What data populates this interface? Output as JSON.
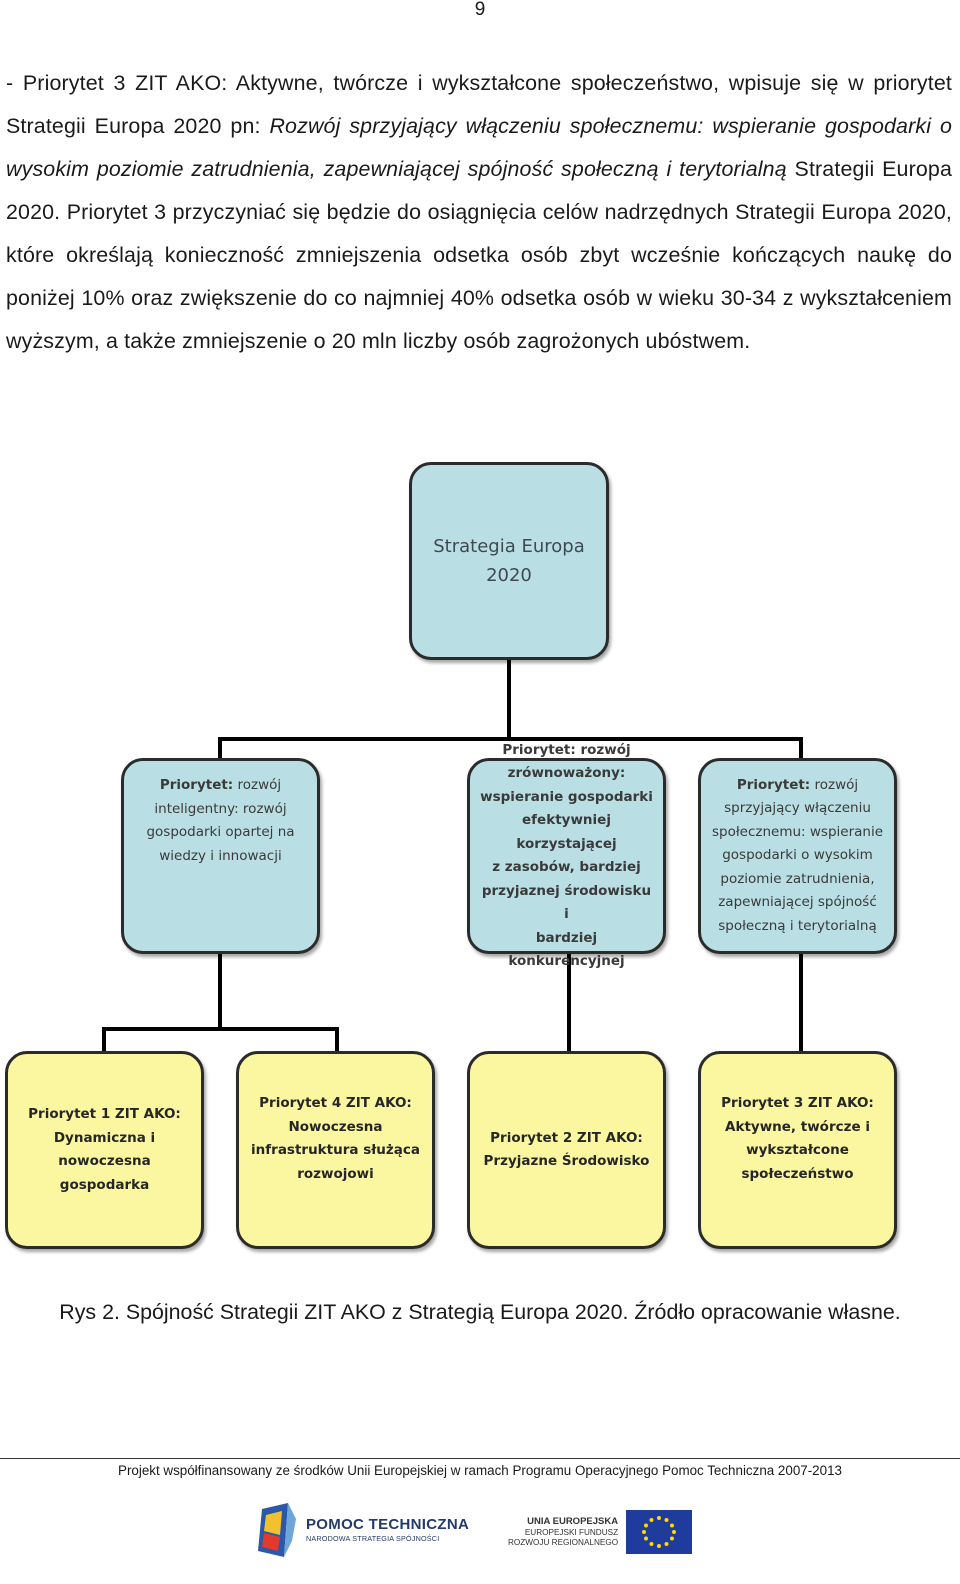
{
  "page_number": "9",
  "paragraph": {
    "lead": "- Priorytet 3 ZIT AKO: Aktywne, twórcze i wykształcone społeczeństwo, wpisuje się w priorytet Strategii Europa 2020 pn: ",
    "italic": "Rozwój sprzyjający włączeniu społecznemu: wspieranie gospodarki o wysokim poziomie zatrudnienia, zapewniającej spójność społeczną i terytorialną",
    "rest": " Strategii Europa 2020. Priorytet 3 przyczyniać się będzie do osiągnięcia celów nadrzędnych Strategii Europa 2020, które określają konieczność zmniejszenia odsetka osób zbyt wcześnie kończących naukę do poniżej 10% oraz zwiększenie do co najmniej 40% odsetka osób w wieku 30-34 z wykształceniem wyższym, a także zmniejszenie o 20 mln liczby osób zagrożonych ubóstwem."
  },
  "diagram": {
    "root": {
      "line1": "Strategia Europa",
      "line2": "2020"
    },
    "eu_priorities": [
      {
        "label": "Priorytet:",
        "lines": [
          " rozwój",
          "inteligentny: rozwój",
          "gospodarki opartej na",
          "wiedzy i innowacji"
        ]
      },
      {
        "label": "Priorytet:",
        "lines": [
          " rozwój",
          "zrównoważony:",
          "wspieranie gospodarki",
          "efektywniej korzystającej",
          "z zasobów, bardziej",
          "przyjaznej środowisku i",
          "bardziej konkurencyjnej"
        ]
      },
      {
        "label": "Priorytet:",
        "lines": [
          " rozwój",
          "sprzyjający włączeniu",
          "społecznemu: wspieranie",
          "gospodarki o wysokim",
          "poziomie zatrudnienia,",
          "zapewniającej spójność",
          "społeczną i terytorialną"
        ]
      }
    ],
    "zit_priorities": [
      {
        "lines": [
          "Priorytet 1 ZIT AKO:",
          "Dynamiczna i",
          "nowoczesna gospodarka"
        ]
      },
      {
        "lines": [
          "Priorytet 4 ZIT AKO:",
          "Nowoczesna",
          "infrastruktura służąca",
          "rozwojowi"
        ]
      },
      {
        "lines": [
          "Priorytet 2 ZIT AKO:",
          "Przyjazne Środowisko"
        ]
      },
      {
        "lines": [
          "Priorytet 3 ZIT AKO:",
          "Aktywne, twórcze i",
          "wykształcone",
          "społeczeństwo"
        ]
      }
    ],
    "colors": {
      "blue_box": "#b9dfe5",
      "yellow_box": "#fbf7a0",
      "connector": "#000000"
    }
  },
  "caption": "Rys 2. Spójność Strategii ZIT AKO z Strategią Europa 2020. Źródło opracowanie własne.",
  "footer": {
    "text": "Projekt współfinansowany ze środków Unii Europejskiej w ramach Programu Operacyjnego Pomoc Techniczna 2007-2013",
    "logo_pt_title": "POMOC TECHNICZNA",
    "logo_pt_sub": "NARODOWA STRATEGIA SPÓJNOŚCI",
    "logo_ue_line1": "UNIA EUROPEJSKA",
    "logo_ue_line2": "EUROPEJSKI FUNDUSZ",
    "logo_ue_line3": "ROZWOJU REGIONALNEGO"
  }
}
